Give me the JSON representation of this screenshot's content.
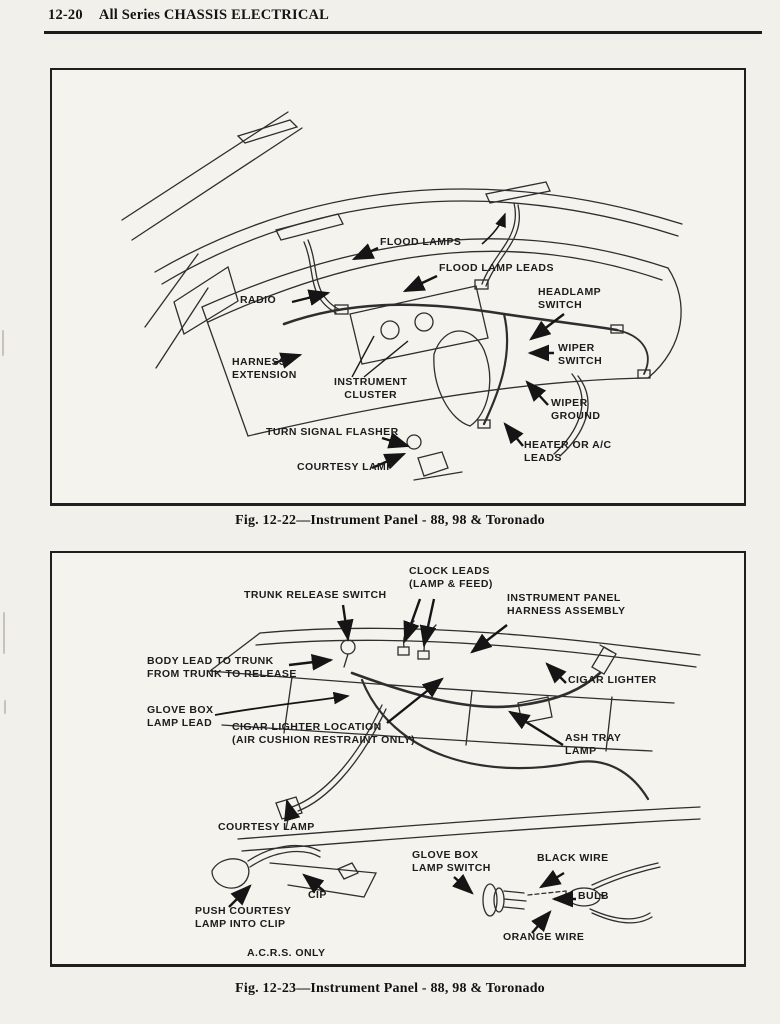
{
  "colors": {
    "paper": "#f2f0ea",
    "ink": "#1b1b1b"
  },
  "header": {
    "page_number": "12-20",
    "title": "All Series CHASSIS ELECTRICAL"
  },
  "figure1": {
    "caption": "Fig. 12-22—Instrument Panel - 88, 98 & Toronado",
    "labels": [
      {
        "text": "FLOOD LAMPS"
      },
      {
        "text": "FLOOD LAMP LEADS"
      },
      {
        "text": "RADIO"
      },
      {
        "text": "HEADLAMP\nSWITCH"
      },
      {
        "text": "WIPER\nSWITCH"
      },
      {
        "text": "HARNESS\nEXTENSION"
      },
      {
        "text": "INSTRUMENT\nCLUSTER"
      },
      {
        "text": "WIPER\nGROUND"
      },
      {
        "text": "TURN SIGNAL FLASHER"
      },
      {
        "text": "HEATER OR A/C\nLEADS"
      },
      {
        "text": "COURTESY LAMP"
      }
    ]
  },
  "figure2": {
    "caption": "Fig. 12-23—Instrument Panel - 88, 98 & Toronado",
    "labels": [
      {
        "text": "TRUNK RELEASE SWITCH"
      },
      {
        "text": "CLOCK LEADS\n(LAMP & FEED)"
      },
      {
        "text": "INSTRUMENT PANEL\nHARNESS ASSEMBLY"
      },
      {
        "text": "BODY LEAD TO TRUNK\nFROM TRUNK TO RELEASE"
      },
      {
        "text": "CIGAR LIGHTER"
      },
      {
        "text": "GLOVE BOX\nLAMP LEAD"
      },
      {
        "text": "CIGAR LIGHTER LOCATION\n(AIR CUSHION RESTRAINT ONLY)"
      },
      {
        "text": "ASH TRAY\nLAMP"
      },
      {
        "text": "COURTESY LAMP"
      },
      {
        "text": "GLOVE BOX\nLAMP SWITCH"
      },
      {
        "text": "BLACK WIRE"
      },
      {
        "text": "CIP"
      },
      {
        "text": "BULB"
      },
      {
        "text": "PUSH COURTESY\nLAMP INTO CLIP"
      },
      {
        "text": "ORANGE WIRE"
      },
      {
        "text": "A.C.R.S. ONLY"
      }
    ]
  }
}
